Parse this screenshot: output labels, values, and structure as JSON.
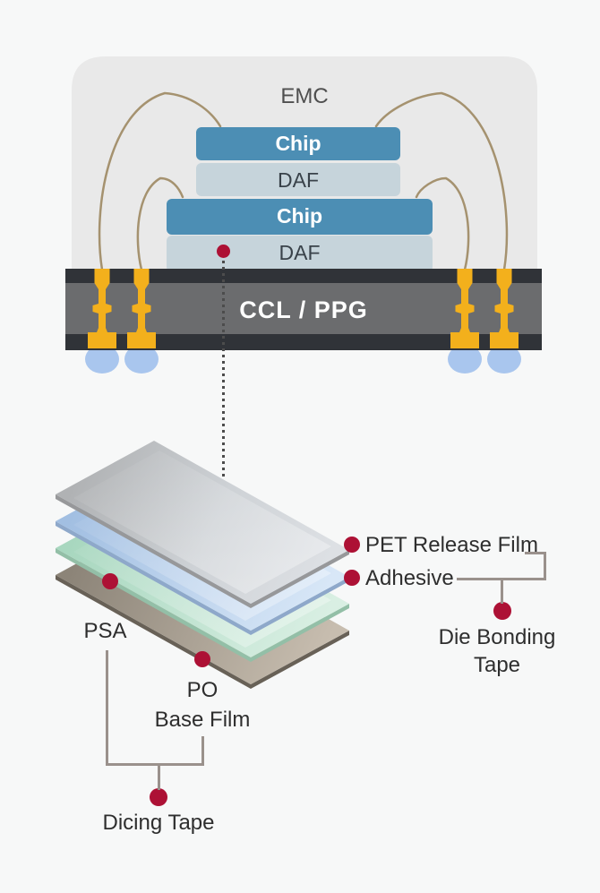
{
  "package": {
    "emc_label": "EMC",
    "chip_top_label": "Chip",
    "daf_top_label": "DAF",
    "chip_bottom_label": "Chip",
    "daf_bottom_label": "DAF",
    "substrate_label": "CCL / PPG"
  },
  "tape_stack": {
    "pet_release_film_label": "PET Release Film",
    "adhesive_label": "Adhesive",
    "die_bonding_tape_lines": [
      "Die Bonding",
      "Tape"
    ],
    "psa_label": "PSA",
    "po_base_film_lines": [
      "PO",
      "Base Film"
    ],
    "dicing_tape_label": "Dicing Tape"
  },
  "colors": {
    "accent_red": "#ad1135",
    "chip_blue": "#4c8eb4",
    "daf_gray_blue": "#c6d4db",
    "emc_gray": "#e9e9e9",
    "substrate_dark": "#303338",
    "substrate_gray": "#6b6c6e",
    "via_gold": "#f3b01c",
    "solder_ball_blue": "#a9c6ee",
    "bond_wire_tan": "#a5926f",
    "pet_film_gray": "#c3c6ca",
    "adhesive_blue": "#aac5e6",
    "psa_green": "#b3dcc6",
    "po_film_taupe": "#a89f92",
    "connector_line": "#9a918c"
  }
}
